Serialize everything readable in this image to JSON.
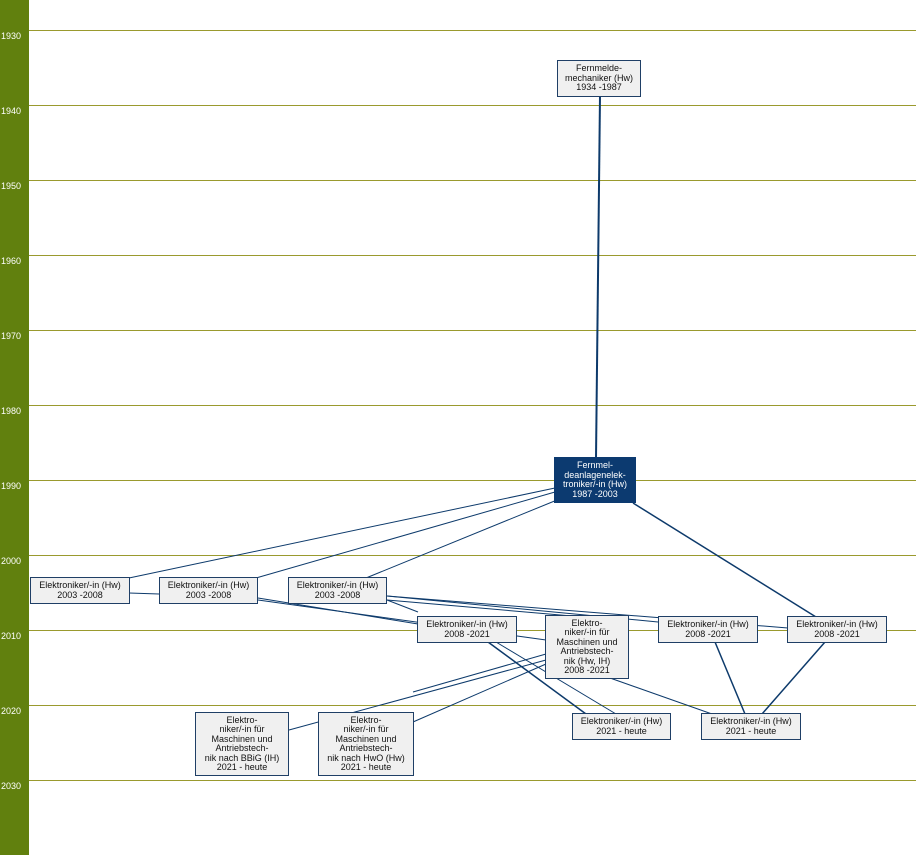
{
  "timeline": {
    "years": [
      "1930",
      "1940",
      "1950",
      "1960",
      "1970",
      "1980",
      "1990",
      "2000",
      "2010",
      "2020",
      "2030"
    ]
  },
  "colors": {
    "axis": "#61800e",
    "grid": "#9a9a2e",
    "edge": "#0d3a6b",
    "node_fill": "#f0f0f0",
    "node_active": "#0c3a70"
  },
  "nodes": {
    "fm": {
      "name": "Fernmelde-\nmechaniker (Hw)",
      "years": "1934 -1987"
    },
    "fa": {
      "name": "Fernmel-\ndeanlagenelek-\ntroniker/-in (Hw)",
      "years": "1987 -2003"
    },
    "e1": {
      "name": "Elektroniker/-in (Hw)",
      "years": "2003 -2008"
    },
    "e2": {
      "name": "Elektroniker/-in (Hw)",
      "years": "2003 -2008"
    },
    "e3": {
      "name": "Elektroniker/-in (Hw)",
      "years": "2003 -2008"
    },
    "e4": {
      "name": "Elektroniker/-in (Hw)",
      "years": "2008 -2021"
    },
    "ema": {
      "name": "Elektro-\nniker/-in für\nMaschinen und\nAntriebstech-\nnik (Hw, IH)",
      "years": "2008 -2021"
    },
    "e5": {
      "name": "Elektroniker/-in (Hw)",
      "years": "2008 -2021"
    },
    "e6": {
      "name": "Elektroniker/-in (Hw)",
      "years": "2008 -2021"
    },
    "bbig": {
      "name": "Elektro-\nniker/-in für\nMaschinen und\nAntriebstech-\nnik nach BBiG (IH)",
      "years": "2021 - heute"
    },
    "hwo": {
      "name": "Elektro-\nniker/-in für\nMaschinen und\nAntriebstech-\nnik nach HwO (Hw)",
      "years": "2021 - heute"
    },
    "h1": {
      "name": "Elektroniker/-in (Hw)",
      "years": "2021 - heute"
    },
    "h2": {
      "name": "Elektroniker/-in (Hw)",
      "years": "2021 - heute"
    }
  }
}
